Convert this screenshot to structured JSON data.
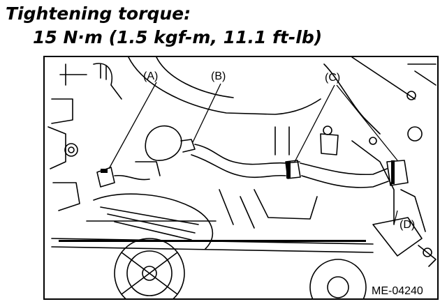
{
  "heading": {
    "line1": "Tightening torque:",
    "line2": "15 N·m (1.5 kgf-m, 11.1 ft-lb)"
  },
  "callouts": {
    "a": "(A)",
    "b": "(B)",
    "c": "(C)",
    "d": "(D)"
  },
  "figure_code": "ME-04240"
}
